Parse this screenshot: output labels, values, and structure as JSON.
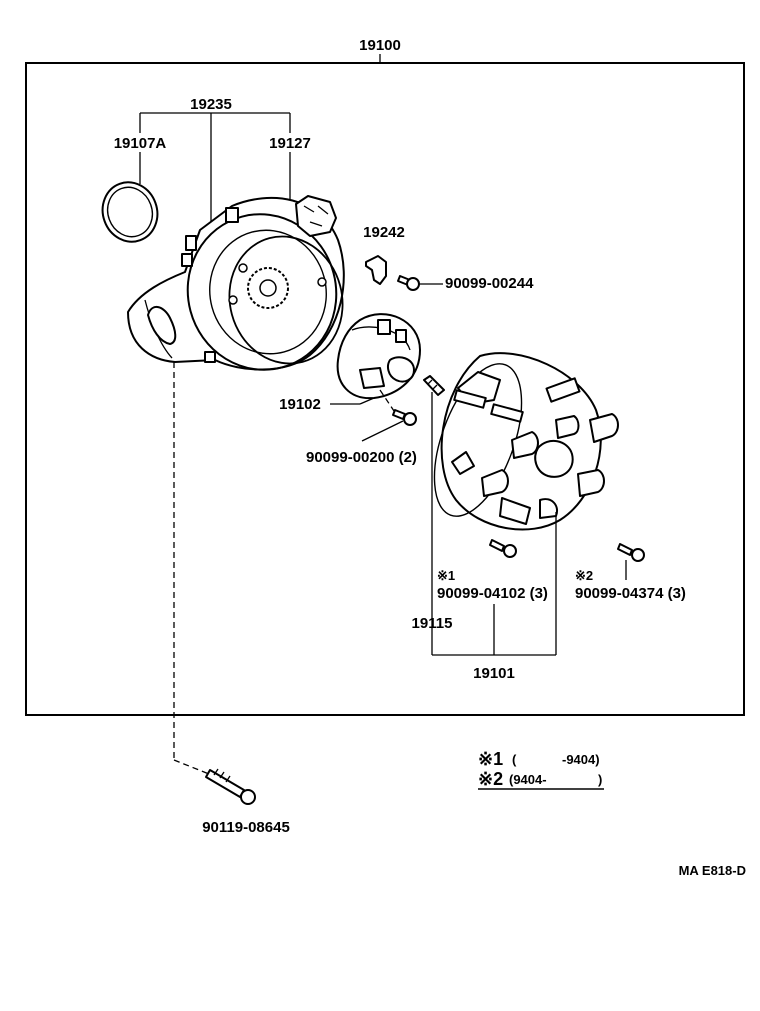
{
  "labels": {
    "assembly": "19100",
    "housing_group": "19235",
    "o_ring": "19107A",
    "gasket": "19127",
    "bracket": "19242",
    "bracket_screw": "90099-00244",
    "rotor": "19102",
    "rotor_screw": "90099-00200 (2)",
    "cap_screw_1_mark": "※1",
    "cap_screw_1": "90099-04102 (3)",
    "cap_screw_2_mark": "※2",
    "cap_screw_2": "90099-04374 (3)",
    "terminal": "19115",
    "cap": "19101",
    "mount_bolt": "90119-08645"
  },
  "legend": {
    "row1_mark": "※1",
    "row1_open": "(",
    "row1_range": "-9404)",
    "row2_mark": "※2",
    "row2_range": "(9404-",
    "row2_close": ")"
  },
  "diagram_code": "MA  E818-D"
}
